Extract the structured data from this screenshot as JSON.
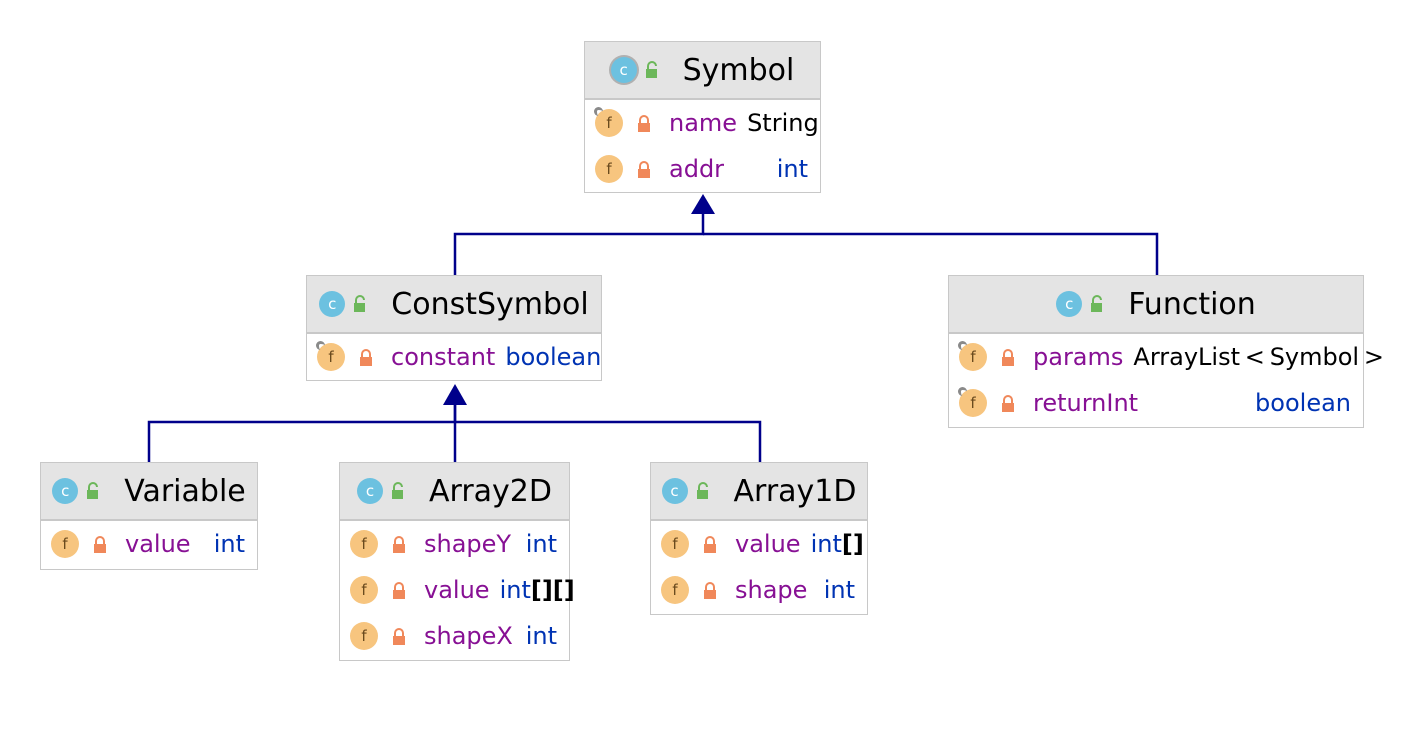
{
  "colors": {
    "edge": "#00008b",
    "header_bg": "#e4e4e4",
    "class_icon": "#6cc1e0",
    "field_icon": "#f7c57f",
    "field_name": "#871094",
    "type_keyword": "#0033b3",
    "lock": "#f0885a",
    "unlock": "#6cb75a"
  },
  "classes": {
    "symbol": {
      "name": "Symbol",
      "icon": "class-icon",
      "fields": [
        {
          "name": "name",
          "type": "String"
        },
        {
          "name": "addr",
          "type": "int"
        }
      ]
    },
    "constsymbol": {
      "name": "ConstSymbol",
      "icon": "class-icon",
      "fields": [
        {
          "name": "constant",
          "type": "boolean"
        }
      ]
    },
    "function": {
      "name": "Function",
      "icon": "class-icon",
      "fields": [
        {
          "name": "params",
          "type": "ArrayList < Symbol >"
        },
        {
          "name": "returnInt",
          "type": "boolean"
        }
      ]
    },
    "variable": {
      "name": "Variable",
      "icon": "class-icon",
      "fields": [
        {
          "name": "value",
          "type": "int"
        }
      ]
    },
    "array2d": {
      "name": "Array2D",
      "icon": "class-icon",
      "fields": [
        {
          "name": "shapeY",
          "type": "int"
        },
        {
          "name": "value",
          "type": "int",
          "suffix": "[][]"
        },
        {
          "name": "shapeX",
          "type": "int"
        }
      ]
    },
    "array1d": {
      "name": "Array1D",
      "icon": "class-icon",
      "fields": [
        {
          "name": "value",
          "type": "int",
          "suffix": "[]"
        },
        {
          "name": "shape",
          "type": "int"
        }
      ]
    }
  },
  "icons": {
    "class_letter": "c",
    "field_letter": "f"
  },
  "relations": [
    {
      "from": "ConstSymbol",
      "to": "Symbol",
      "kind": "extends"
    },
    {
      "from": "Function",
      "to": "Symbol",
      "kind": "extends"
    },
    {
      "from": "Variable",
      "to": "ConstSymbol",
      "kind": "extends"
    },
    {
      "from": "Array2D",
      "to": "ConstSymbol",
      "kind": "extends"
    },
    {
      "from": "Array1D",
      "to": "ConstSymbol",
      "kind": "extends"
    }
  ]
}
